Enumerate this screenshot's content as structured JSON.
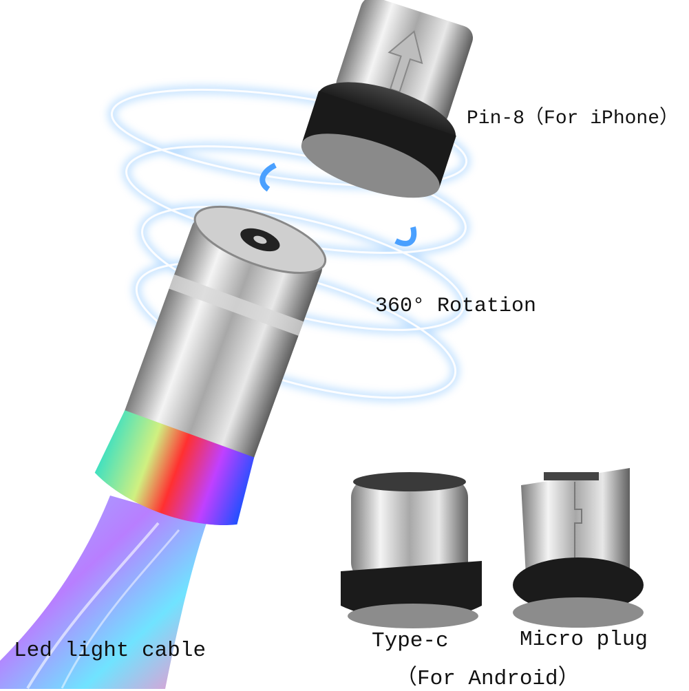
{
  "labels": {
    "iphone": "Pin-8（For iPhone）",
    "rotation": "360°  Rotation",
    "led": "Led light cable",
    "typec": "Type-c",
    "micro": "Micro plug",
    "android": "（For Android）"
  },
  "colors": {
    "background": "#ffffff",
    "swirl": "#5aa8ff",
    "metal_light": "#f2f2f2",
    "metal_dark": "#6b6b6b",
    "rubber": "#1e1e1e",
    "text": "#111111"
  }
}
